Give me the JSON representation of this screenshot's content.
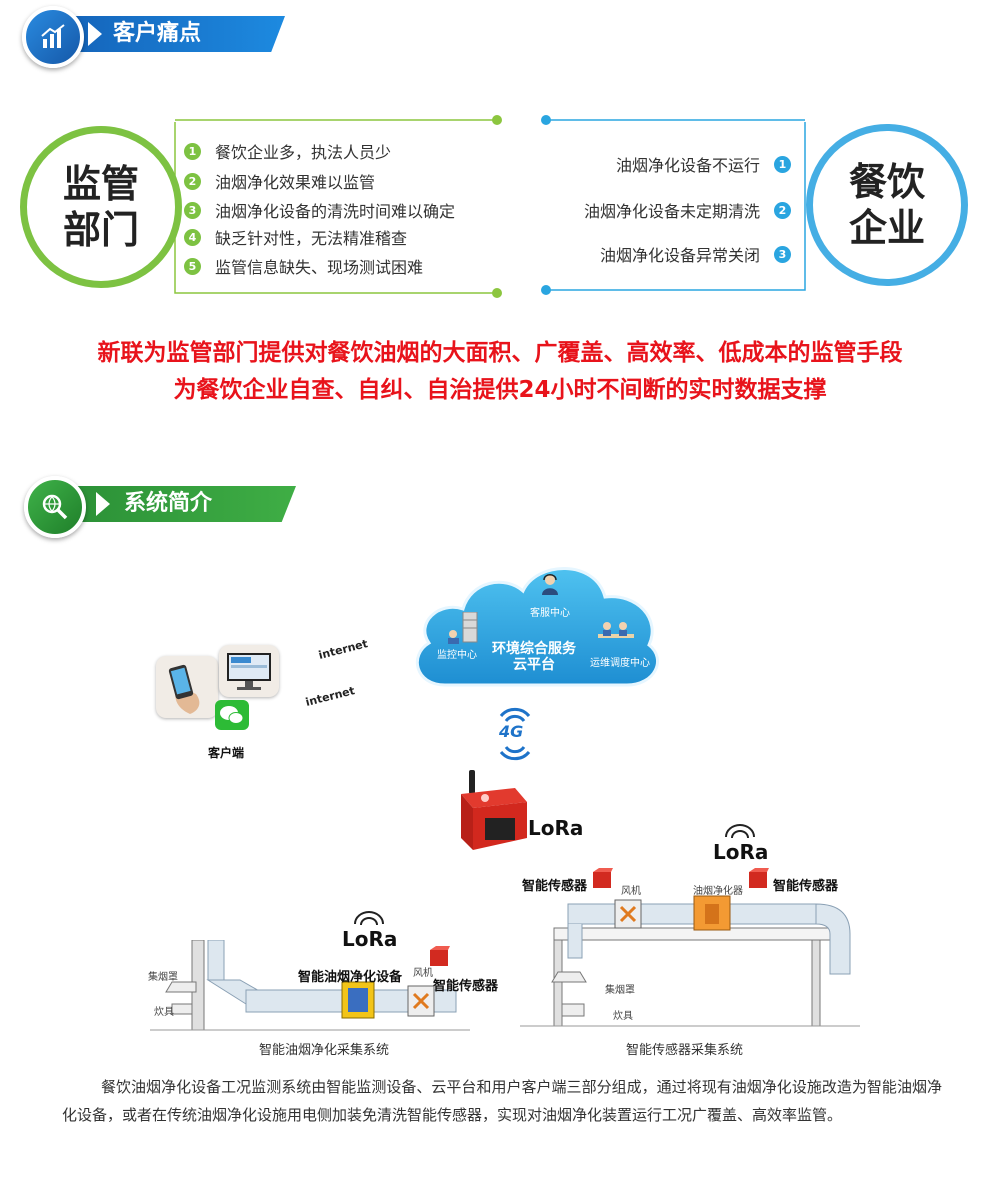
{
  "section1": {
    "title": "客户痛点"
  },
  "regulator": {
    "title_line1": "监管",
    "title_line2": "部门",
    "items": [
      {
        "num": "1",
        "text": "餐饮企业多，执法人员少"
      },
      {
        "num": "2",
        "text": "油烟净化效果难以监管"
      },
      {
        "num": "3",
        "text": "油烟净化设备的清洗时间难以确定"
      },
      {
        "num": "4",
        "text": "缺乏针对性，无法精准稽查"
      },
      {
        "num": "5",
        "text": "监管信息缺失、现场测试困难"
      }
    ]
  },
  "enterprise": {
    "title_line1": "餐饮",
    "title_line2": "企业",
    "items": [
      {
        "num": "1",
        "text": "油烟净化设备不运行"
      },
      {
        "num": "2",
        "text": "油烟净化设备未定期清洗"
      },
      {
        "num": "3",
        "text": "油烟净化设备异常关闭"
      }
    ]
  },
  "slogan": {
    "line1": "新联为监管部门提供对餐饮油烟的大面积、广覆盖、高效率、低成本的监管手段",
    "line2": "为餐饮企业自查、自纠、自治提供24小时不间断的实时数据支撑"
  },
  "section2": {
    "title": "系统简介"
  },
  "diagram": {
    "cloud_service": "客服中心",
    "cloud_monitor": "监控中心",
    "cloud_ops": "运维调度中心",
    "cloud_title_line1": "环境综合服务",
    "cloud_title_line2": "云平台",
    "internet1": "internet",
    "internet2": "internet",
    "client": "客户端",
    "net_4g": "4G",
    "lora": "LoRa",
    "left": {
      "smoke_hood": "集烟罩",
      "stove": "炊具",
      "purifier": "智能油烟净化设备",
      "fan": "风机",
      "sensor": "智能传感器",
      "caption": "智能油烟净化采集系统"
    },
    "right": {
      "sensor_left": "智能传感器",
      "fan": "风机",
      "purifier": "油烟净化器",
      "sensor_right": "智能传感器",
      "smoke_hood": "集烟罩",
      "stove": "炊具",
      "caption": "智能传感器采集系统"
    }
  },
  "description": "餐饮油烟净化设备工况监测系统由智能监测设备、云平台和用户客户端三部分组成，通过将现有油烟净化设施改造为智能油烟净化设备，或者在传统油烟净化设施用电侧加装免清洗智能传感器，实现对油烟净化装置运行工况广覆盖、高效率监管。",
  "colors": {
    "blue_banner": "#1a7fd4",
    "green_banner": "#2e9e3a",
    "green_accent": "#7dc242",
    "blue_accent": "#2aa5e0",
    "red_text": "#e8131b",
    "cloud": "#2ba3dc"
  }
}
